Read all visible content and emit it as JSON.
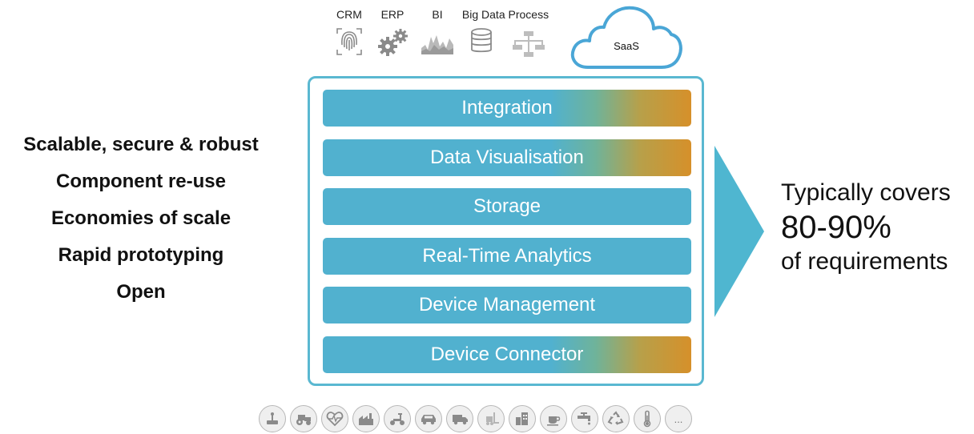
{
  "benefits": [
    "Scalable, secure & robust",
    "Component re-use",
    "Economies of scale",
    "Rapid prototyping",
    "Open"
  ],
  "apps": [
    {
      "label": "CRM",
      "icon": "fingerprint-icon"
    },
    {
      "label": "ERP",
      "icon": "gears-icon"
    },
    {
      "label": "BI",
      "icon": "area-chart-icon"
    },
    {
      "label": "Big Data Process",
      "icon": "database-icon"
    },
    {
      "label": "",
      "icon": "flowchart-icon"
    }
  ],
  "cloud": {
    "label": "SaaS"
  },
  "layers": [
    {
      "label": "Integration",
      "gradient": true
    },
    {
      "label": "Data Visualisation",
      "gradient": true
    },
    {
      "label": "Storage",
      "gradient": false
    },
    {
      "label": "Real-Time Analytics",
      "gradient": false
    },
    {
      "label": "Device Management",
      "gradient": false
    },
    {
      "label": "Device Connector",
      "gradient": true
    }
  ],
  "coverage": {
    "line1": "Typically covers",
    "line2": "80-90%",
    "line3": "of requirements"
  },
  "devices": [
    "sensor-router-icon",
    "tractor-icon",
    "heart-rate-icon",
    "factory-icon",
    "scooter-icon",
    "car-icon",
    "truck-icon",
    "forklift-icon",
    "building-icon",
    "coffee-icon",
    "tap-icon",
    "recycle-icon",
    "thermometer-icon",
    "more-icon"
  ],
  "devices_more": "...",
  "colors": {
    "layer": "#51b1cf",
    "layer_gradient_end": "#d6902a",
    "frame": "#5ab8d1",
    "arrow": "#4fb6d0",
    "cloud": "#4aa6d6"
  }
}
